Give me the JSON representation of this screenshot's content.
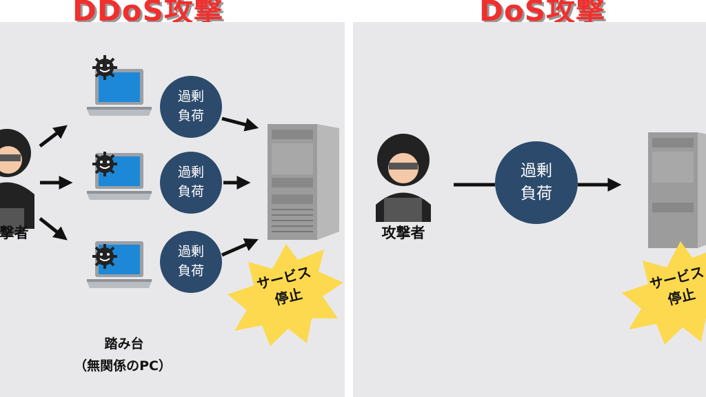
{
  "ddos": {
    "title": "DDoS攻撃",
    "attacker_label": "攻撃者",
    "load_label_1": "過剰",
    "load_label_2": "負荷",
    "outage_1": "サービス",
    "outage_2": "停止",
    "stepping_label": "踏み台",
    "stepping_sub": "（無関係のPC）"
  },
  "dos": {
    "title": "DoS攻撃",
    "attacker_label": "攻撃者",
    "load_label_1": "過剰",
    "load_label_2": "負荷",
    "outage_1": "サービス",
    "outage_2": "停止"
  },
  "colors": {
    "title": "#f0302e",
    "panel": "#e8e8ea",
    "circle": "#2c4a6b",
    "burst": "#fcd94e"
  }
}
